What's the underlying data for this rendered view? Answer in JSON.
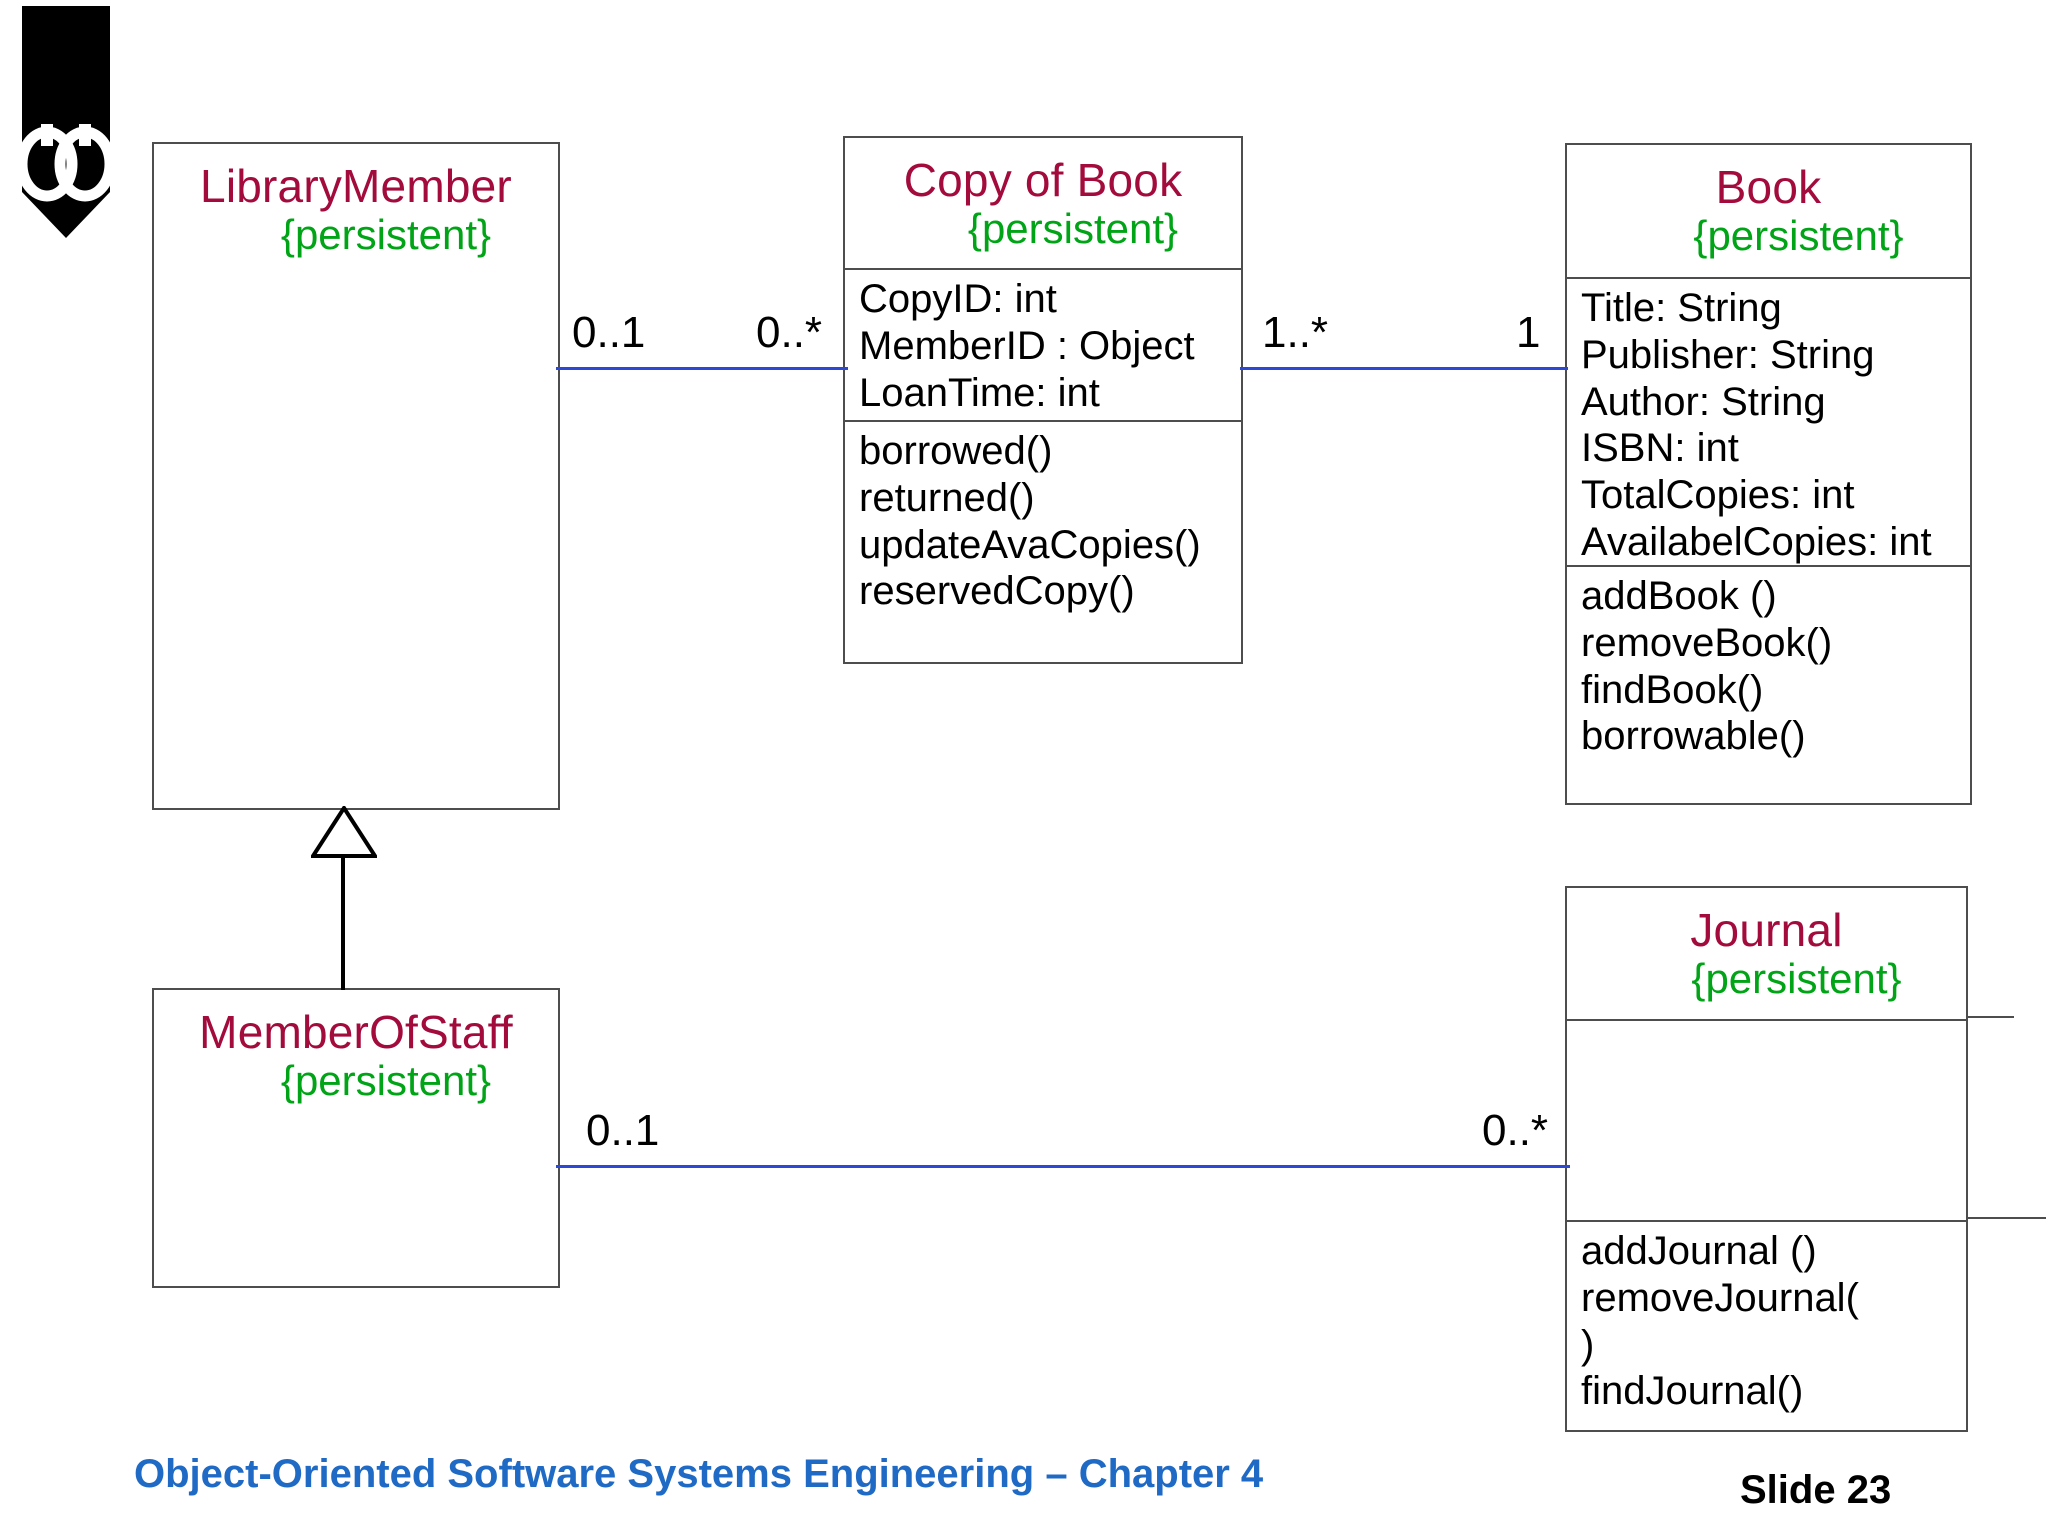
{
  "slide": {
    "footer_title": "Object-Oriented Software Systems Engineering – Chapter 4",
    "slide_number": "Slide 23",
    "logo_name": "oose-banner-logo"
  },
  "colors": {
    "class_name": "#a30b3d",
    "stereotype": "#00a416",
    "association": "#2b49d6",
    "border": "#4d4d4d",
    "footer": "#1f6ac4",
    "background": "#ffffff"
  },
  "classes": {
    "library_member": {
      "name": "LibraryMember",
      "stereotype": "{persistent}",
      "attributes": [],
      "operations": []
    },
    "member_of_staff": {
      "name": "MemberOfStaff",
      "stereotype": "{persistent}",
      "attributes": [],
      "operations": []
    },
    "copy_of_book": {
      "name": "Copy of Book",
      "stereotype": "{persistent}",
      "attributes": [
        "CopyID: int",
        "MemberID : Object",
        "LoanTime: int"
      ],
      "operations": [
        "borrowed()",
        "returned()",
        "updateAvaCopies()",
        "reservedCopy()"
      ]
    },
    "book": {
      "name": "Book",
      "stereotype": "{persistent}",
      "attributes": [
        "Title: String",
        "Publisher: String",
        "Author: String",
        "ISBN: int",
        "TotalCopies: int",
        "AvailabelCopies: int"
      ],
      "operations": [
        "addBook ()",
        "removeBook()",
        "findBook()",
        "borrowable()"
      ]
    },
    "journal": {
      "name": "Journal",
      "stereotype": "{persistent}",
      "attributes": [],
      "operations": [
        "addJournal ()",
        "removeJournal(",
        ")",
        "findJournal()"
      ]
    }
  },
  "associations": {
    "member_copy": {
      "source_multiplicity": "0..1",
      "target_multiplicity": "0..*"
    },
    "copy_book": {
      "source_multiplicity": "1..*",
      "target_multiplicity": "1"
    },
    "staff_journal": {
      "source_multiplicity": "0..1",
      "target_multiplicity": "0..*"
    }
  },
  "generalization": {
    "child": "MemberOfStaff",
    "parent": "LibraryMember"
  }
}
